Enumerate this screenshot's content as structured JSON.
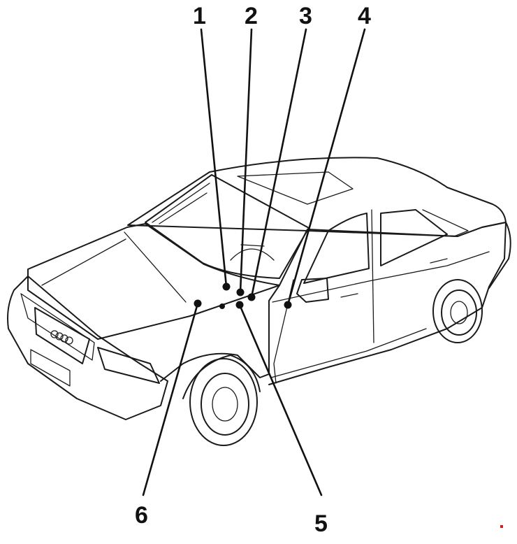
{
  "diagram": {
    "callouts": [
      {
        "id": "1",
        "label": "1"
      },
      {
        "id": "2",
        "label": "2"
      },
      {
        "id": "3",
        "label": "3"
      },
      {
        "id": "4",
        "label": "4"
      },
      {
        "id": "5",
        "label": "5"
      },
      {
        "id": "6",
        "label": "6"
      }
    ],
    "colors": {
      "line": "#1a1a1a",
      "marker": "#e0191b"
    }
  }
}
